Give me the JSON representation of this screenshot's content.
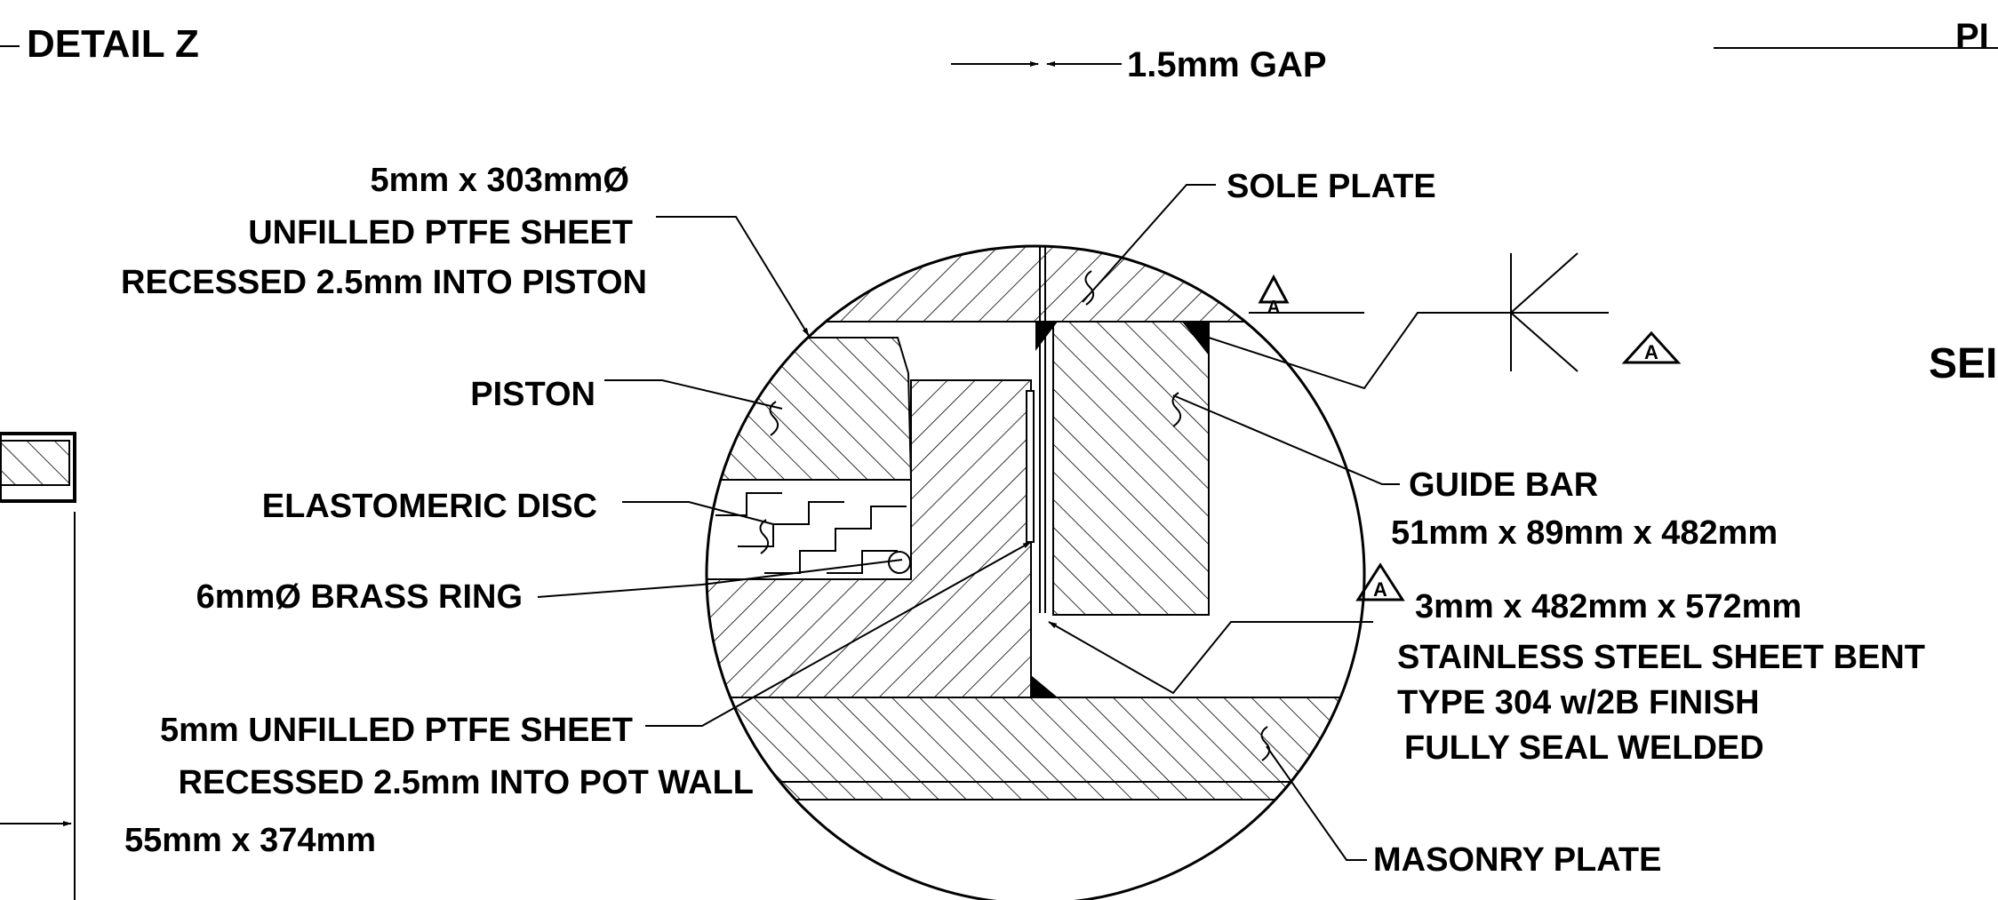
{
  "title": "DETAIL Z",
  "edge_text_right_top": "PI",
  "edge_text_right_mid": "SEI",
  "labels": {
    "gap": "1.5mm GAP",
    "ptfe_top_1": "5mm x 303mmØ",
    "ptfe_top_2": "UNFILLED PTFE SHEET",
    "ptfe_top_3": "RECESSED   2.5mm INTO PISTON",
    "sole_plate": "SOLE PLATE",
    "piston": "PISTON",
    "elastomeric_disc": "ELASTOMERIC DISC",
    "brass_ring": "6mmØ BRASS RING",
    "ptfe_bottom_1": "5mm UNFILLED PTFE SHEET",
    "ptfe_bottom_2": "RECESSED 2.5mm INTO POT WALL",
    "dim_left": "55mm x 374mm",
    "guide_bar_1": "GUIDE BAR",
    "guide_bar_2": "51mm x 89mm x 482mm",
    "stainless_1": "3mm x 482mm x 572mm",
    "stainless_2": "STAINLESS STEEL SHEET BENT",
    "stainless_3": "TYPE 304 w/2B FINISH",
    "stainless_4": "FULLY SEAL WELDED",
    "masonry_plate": "MASONRY PLATE"
  },
  "weld_symbols": [
    "A",
    "A",
    "A"
  ]
}
